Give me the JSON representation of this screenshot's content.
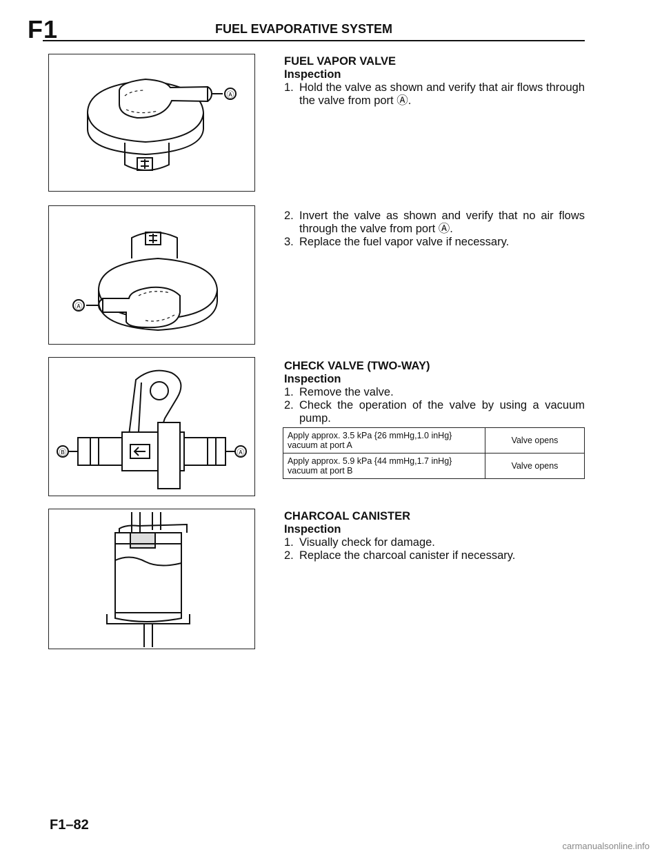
{
  "header": {
    "section_code": "F1",
    "section_title": "FUEL EVAPORATIVE SYSTEM"
  },
  "fuel_vapor_valve": {
    "title": "FUEL VAPOR VALVE",
    "subtitle": "Inspection",
    "steps": [
      {
        "num": "1.",
        "text": "Hold the valve as shown and verify that air flows through the valve from port Ⓐ."
      },
      {
        "num": "2.",
        "text": "Invert the valve as shown and verify that no air flows through the valve from port Ⓐ."
      },
      {
        "num": "3.",
        "text": "Replace the fuel vapor valve if necessary."
      }
    ]
  },
  "check_valve": {
    "title": "CHECK VALVE (TWO-WAY)",
    "subtitle": "Inspection",
    "steps": [
      {
        "num": "1.",
        "text": "Remove the valve."
      },
      {
        "num": "2.",
        "text": "Check the operation of the valve by using a vacuum pump."
      }
    ],
    "table": [
      {
        "condition": "Apply approx. 3.5 kPa {26 mmHg,1.0 inHg} vacuum at port A",
        "result": "Valve opens"
      },
      {
        "condition": "Apply approx. 5.9 kPa {44 mmHg,1.7 inHg} vacuum at port B",
        "result": "Valve opens"
      }
    ]
  },
  "charcoal_canister": {
    "title": "CHARCOAL CANISTER",
    "subtitle": "Inspection",
    "steps": [
      {
        "num": "1.",
        "text": "Visually check for damage."
      },
      {
        "num": "2.",
        "text": "Replace the charcoal canister if necessary."
      }
    ]
  },
  "figures": {
    "port_a": "Ⓐ",
    "port_b": "Ⓑ"
  },
  "footer": {
    "page_number": "F1–82"
  },
  "watermark": "carmanualsonline.info"
}
